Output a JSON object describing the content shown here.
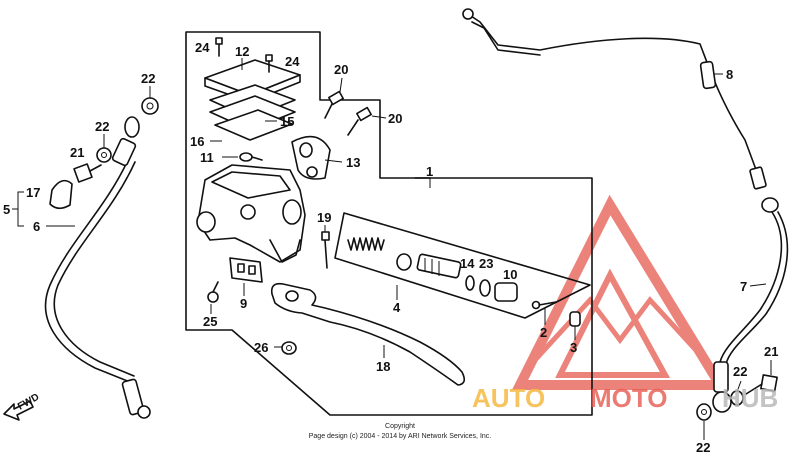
{
  "callouts": {
    "c1": "1",
    "c2": "2",
    "c3": "3",
    "c4": "4",
    "c5": "5",
    "c6": "6",
    "c7": "7",
    "c8": "8",
    "c9": "9",
    "c10": "10",
    "c11": "11",
    "c12": "12",
    "c13": "13",
    "c14": "14",
    "c15": "15",
    "c16": "16",
    "c17": "17",
    "c18": "18",
    "c19": "19",
    "c20a": "20",
    "c20b": "20",
    "c21a": "21",
    "c21b": "21",
    "c22a": "22",
    "c22b": "22",
    "c22c": "22",
    "c22d": "22",
    "c23": "23",
    "c24a": "24",
    "c24b": "24",
    "c25": "25",
    "c26": "26"
  },
  "fwd_label": "FWD",
  "copyright": {
    "line1": "Copyright",
    "line2": "Page design (c) 2004 - 2014 by ARI Network Services, Inc."
  },
  "watermark": {
    "part1": "AUTO",
    "part2": "MOTO",
    "part3": "HUB",
    "colors": {
      "auto": "#f5b942",
      "moto": "#e65a4f",
      "hub": "#b9b9b9"
    }
  }
}
